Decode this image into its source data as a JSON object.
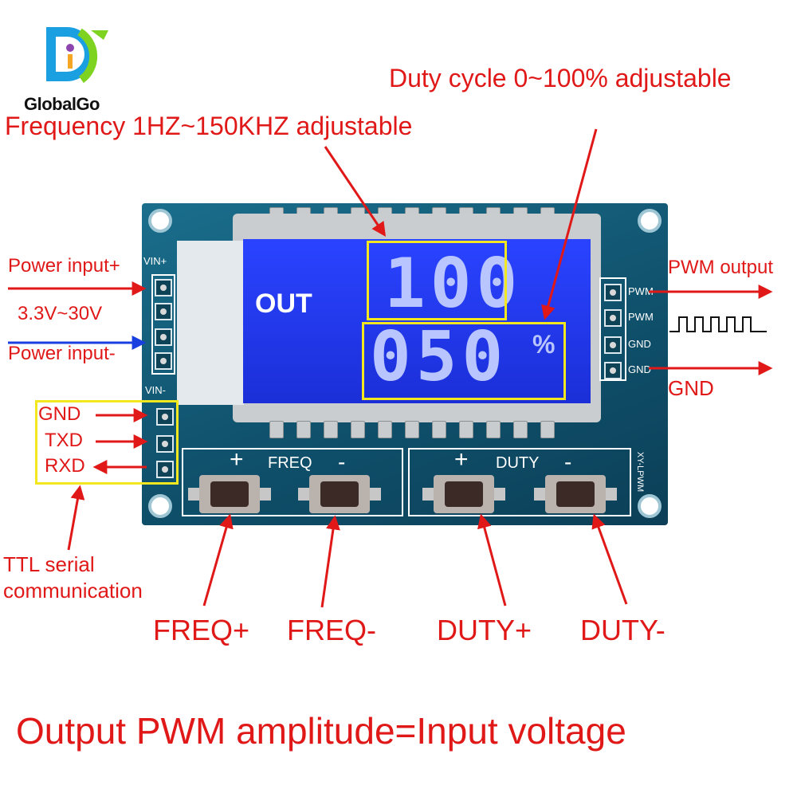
{
  "logo": {
    "text": "GlobalGo",
    "colors": [
      "#1aa0e0",
      "#7ed321",
      "#f5a623",
      "#8e44ad"
    ]
  },
  "annotations": {
    "duty_range": "Duty cycle 0~100% adjustable",
    "freq_range": "Frequency 1HZ~150KHZ adjustable",
    "power_plus": "Power input+",
    "voltage": "3.3V~30V",
    "power_minus": "Power input-",
    "gnd": "GND",
    "txd": "TXD",
    "rxd": "RXD",
    "ttl": [
      "TTL serial",
      "communication"
    ],
    "pwm_output": "PWM output",
    "gnd_out": "GND",
    "freq_plus": "FREQ+",
    "freq_minus": "FREQ-",
    "duty_plus": "DUTY+",
    "duty_minus": "DUTY-",
    "bottom": "Output PWM amplitude=Input voltage"
  },
  "board": {
    "vin_plus": "VIN+",
    "vin_minus": "VIN-",
    "right_pins": [
      "PWM",
      "PWM",
      "GND",
      "GND"
    ],
    "freq_label": "FREQ",
    "duty_label": "DUTY",
    "plus": "+",
    "minus": "-",
    "model": "XY-LPWM",
    "lcd": {
      "out": "OUT",
      "top_value": "100",
      "bottom_value": "050",
      "unit": "%"
    }
  },
  "colors": {
    "annotation": "#e01818",
    "highlight": "#f3e820",
    "lcd": "#2a43ff",
    "pcb": "#0f4f6a",
    "power_minus_arrow": "#1a3fe0"
  }
}
